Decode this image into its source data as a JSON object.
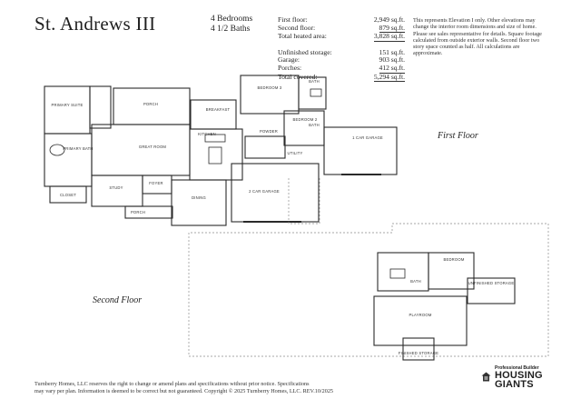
{
  "header": {
    "title": "St. Andrews III",
    "bedrooms": "4 Bedrooms",
    "baths": "4 1/2 Baths"
  },
  "stats": [
    {
      "label": "First floor:",
      "value": "2,949 sq.ft."
    },
    {
      "label": "Second floor:",
      "value": "879 sq.ft."
    },
    {
      "label": "Total heated area:",
      "value": "3,828 sq.ft."
    },
    {
      "label": "Unfinished storage:",
      "value": "151 sq.ft."
    },
    {
      "label": "Garage:",
      "value": "903 sq.ft."
    },
    {
      "label": "Porches:",
      "value": "412 sq.ft."
    },
    {
      "label": "Total covered:",
      "value": "5,294 sq.ft."
    }
  ],
  "disclaimer": "This represents Elevation I only. Other elevations may change the interior room dimensions and size of home. Please see sales representative for details. Square footage calculated from outside exterior walls. Second floor two story space counted as half. All calculations are approximate.",
  "floors": {
    "first": "First Floor",
    "second": "Second Floor"
  },
  "rooms": {
    "primary_suite": "PRIMARY SUITE",
    "porch_top": "PORCH",
    "breakfast": "BREAKFAST",
    "bedroom_3": "BEDROOM 3",
    "bath_top": "BATH",
    "bath_mid": "BATH",
    "bedroom_2": "BEDROOM 2",
    "primary_bath": "PRIMARY BATH",
    "great_room": "GREAT ROOM",
    "kitchen": "KITCHEN",
    "powder": "POWDER",
    "utility": "UTILITY",
    "garage_1car": "1 CAR GARAGE",
    "closet": "CLOSET",
    "study": "STUDY",
    "foyer": "FOYER",
    "dining": "DINING",
    "garage_2car": "2 CAR GARAGE",
    "porch_bottom": "PORCH",
    "bedroom_up": "BEDROOM",
    "bath_up": "BATH",
    "unfinished_storage": "UNFINISHED STORAGE",
    "playroom": "PLAYROOM",
    "finished_storage": "FINISHED STORAGE"
  },
  "footer": {
    "line1": "Turnberry Homes, LLC reserves the right to change or amend plans and specifications without prior notice. Specifications",
    "line2": "may vary per plan. Information is deemed to be correct but not guaranteed. Copyright © 2025 Turnberry Homes, LLC. REV.10/2025"
  },
  "badge": {
    "line1": "Professional Builder",
    "line2": "HOUSING",
    "line3": "GIANTS"
  },
  "icons": [
    "equal-housing-icon"
  ]
}
